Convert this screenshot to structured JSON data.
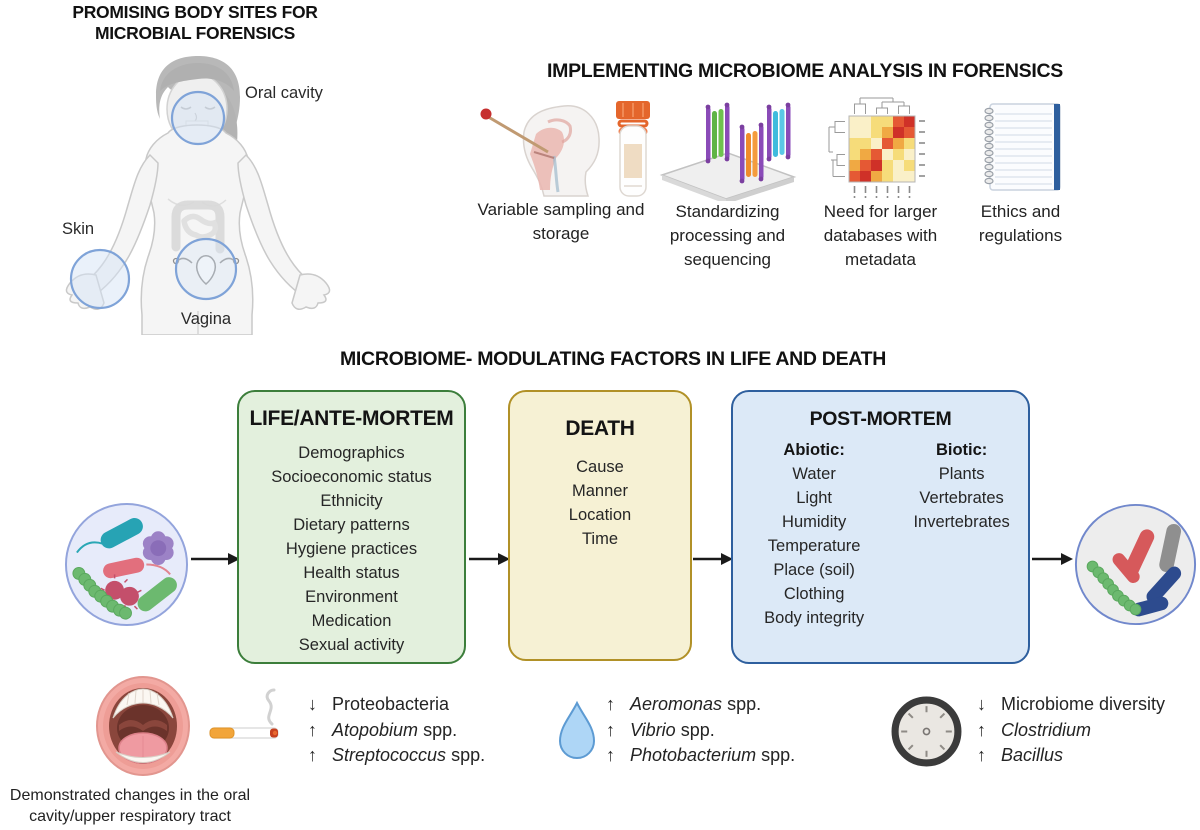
{
  "body_sites": {
    "title_line1": "PROMISING BODY SITES FOR",
    "title_line2": "MICROBIAL FORENSICS",
    "labels": {
      "oral": "Oral cavity",
      "skin": "Skin",
      "vagina": "Vagina"
    }
  },
  "implementing": {
    "title": "IMPLEMENTING MICROBIOME ANALYSIS IN FORENSICS",
    "items": [
      {
        "icon": "swab-and-tube-icon",
        "label": "Variable sampling and storage"
      },
      {
        "icon": "sequencing-chip-icon",
        "label": "Standardizing processing and sequencing"
      },
      {
        "icon": "heatmap-dendrogram-icon",
        "label": "Need for larger databases with metadata"
      },
      {
        "icon": "notebook-icon",
        "label": "Ethics and regulations"
      }
    ]
  },
  "factors": {
    "title": "MICROBIOME- MODULATING FACTORS IN LIFE AND DEATH",
    "life": {
      "title": "LIFE/ANTE-MORTEM",
      "items": [
        "Demographics",
        "Socioeconomic status",
        "Ethnicity",
        "Dietary patterns",
        "Hygiene practices",
        "Health status",
        "Environment",
        "Medication",
        "Sexual activity"
      ]
    },
    "death": {
      "title": "DEATH",
      "items": [
        "Cause",
        "Manner",
        "Location",
        "Time"
      ]
    },
    "postmortem": {
      "title": "POST-MORTEM",
      "abiotic_header": "Abiotic:",
      "abiotic_items": [
        "Water",
        "Light",
        "Humidity",
        "Temperature",
        "Place (soil)",
        "Clothing",
        "Body integrity"
      ],
      "biotic_header": "Biotic:",
      "biotic_items": [
        "Plants",
        "Vertebrates",
        "Invertebrates"
      ]
    }
  },
  "changes": {
    "oral_caption_line1": "Demonstrated changes in the oral",
    "oral_caption_line2": "cavity/upper respiratory tract",
    "smoking": [
      {
        "arrow": "↓",
        "name": "Proteobacteria",
        "suffix": ""
      },
      {
        "arrow": "↑",
        "name": "Atopobium",
        "suffix": " spp."
      },
      {
        "arrow": "↑",
        "name": "Streptococcus",
        "suffix": " spp."
      }
    ],
    "water": [
      {
        "arrow": "↑",
        "name": "Aeromonas",
        "suffix": " spp."
      },
      {
        "arrow": "↑",
        "name": "Vibrio",
        "suffix": " spp."
      },
      {
        "arrow": "↑",
        "name": "Photobacterium",
        "suffix": " spp."
      }
    ],
    "time": [
      {
        "arrow": "↓",
        "name": "Microbiome diversity",
        "suffix": ""
      },
      {
        "arrow": "↑",
        "name": "Clostridium",
        "suffix": ""
      },
      {
        "arrow": "↑",
        "name": "Bacillus",
        "suffix": ""
      }
    ]
  },
  "colors": {
    "life_fill": "#e3f0dd",
    "life_border": "#3c7e3b",
    "death_fill": "#f6f1d4",
    "death_border": "#b19127",
    "postmortem_fill": "#dce9f7",
    "postmortem_border": "#2e5f9e",
    "highlight_circle": "#7fa3d8",
    "arrow": "#1a1a1a"
  }
}
